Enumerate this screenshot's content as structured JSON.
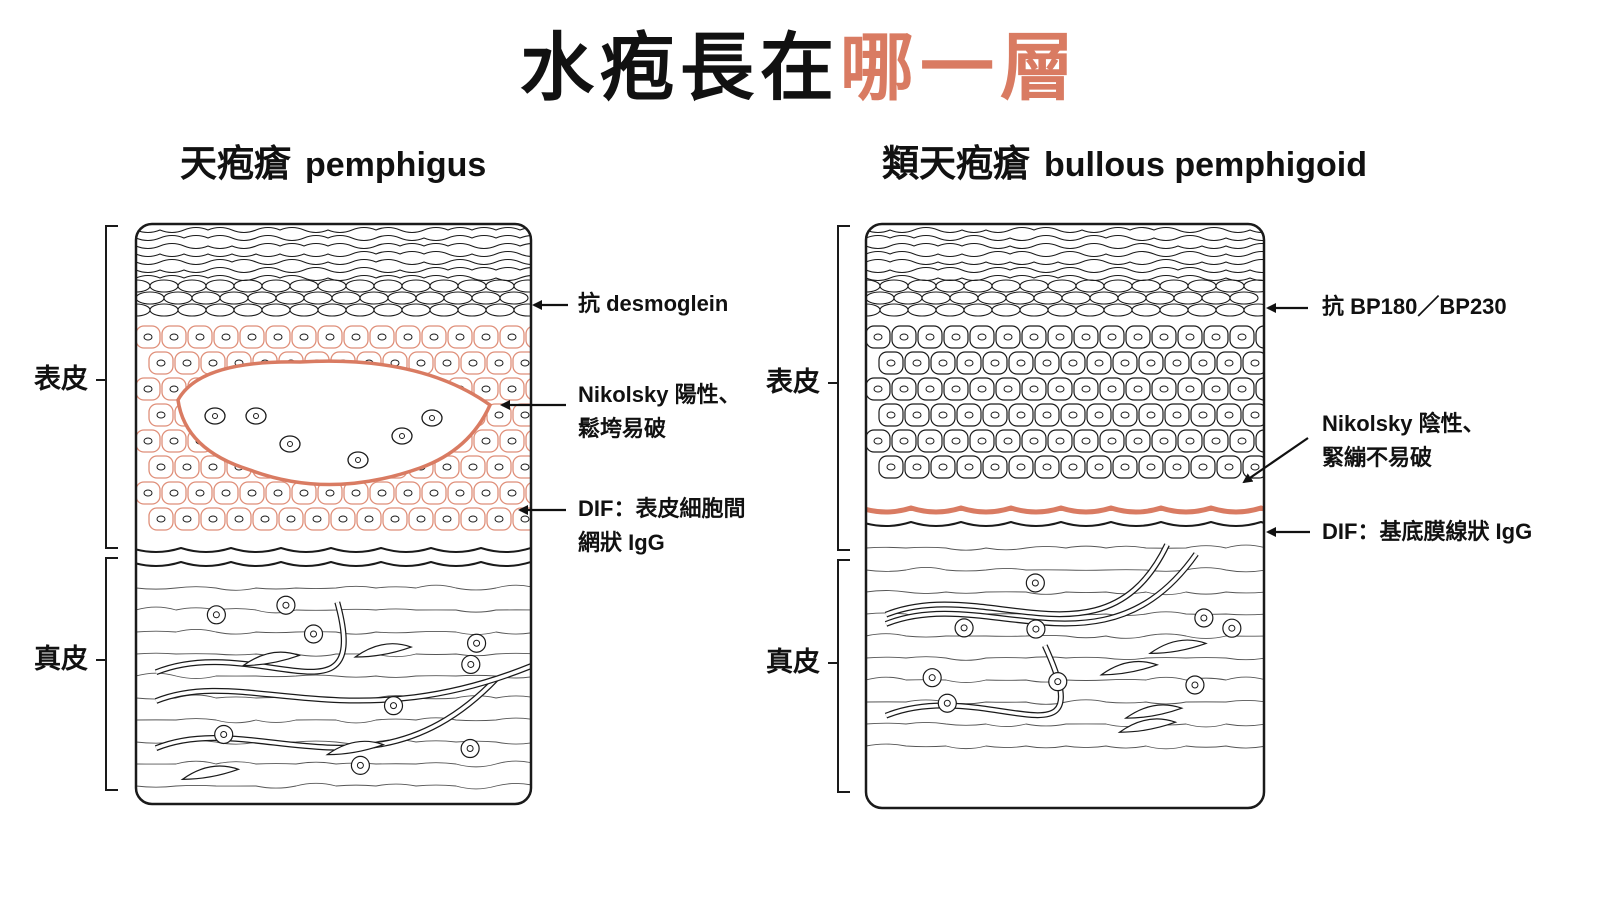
{
  "title": {
    "part1": "水疱長在",
    "part2": "哪一層"
  },
  "colors": {
    "accent": "#d97b62",
    "ink": "#1a1a1a"
  },
  "panels": {
    "left": {
      "title_cn": "天疱瘡",
      "title_en": "pemphigus",
      "epidermis_label": "表皮",
      "dermis_label": "真皮",
      "annotations": {
        "antibody": "抗 desmoglein",
        "nikolsky_line1": "Nikolsky 陽性、",
        "nikolsky_line2": "鬆垮易破",
        "dif_line1": "DIF：表皮細胞間",
        "dif_line2": "網狀 IgG"
      }
    },
    "right": {
      "title_cn": "類天疱瘡",
      "title_en": "bullous pemphigoid",
      "epidermis_label": "表皮",
      "dermis_label": "真皮",
      "annotations": {
        "antibody": "抗 BP180／BP230",
        "nikolsky_line1": "Nikolsky 陰性、",
        "nikolsky_line2": "緊繃不易破",
        "dif_line1": "DIF：基底膜線狀 IgG"
      }
    }
  }
}
